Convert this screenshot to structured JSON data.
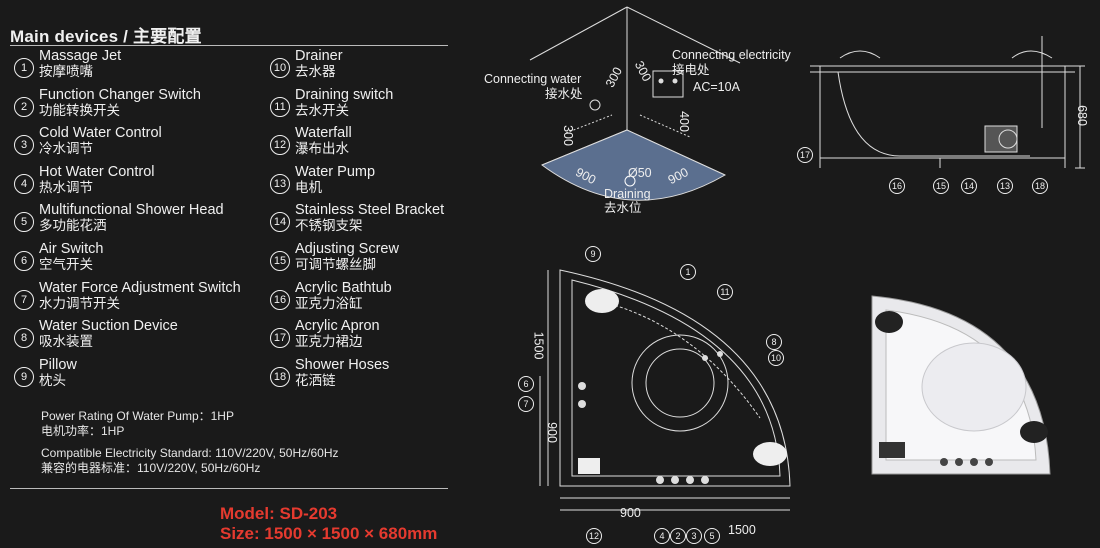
{
  "header": {
    "title": "Main devices / 主要配置"
  },
  "devices": [
    {
      "num": "1",
      "en": "Massage Jet",
      "zh": "按摩喷嘴"
    },
    {
      "num": "2",
      "en": "Function Changer Switch",
      "zh": "功能转换开关"
    },
    {
      "num": "3",
      "en": "Cold Water Control",
      "zh": "冷水调节"
    },
    {
      "num": "4",
      "en": "Hot Water Control",
      "zh": "热水调节"
    },
    {
      "num": "5",
      "en": "Multifunctional Shower Head",
      "zh": "多功能花洒"
    },
    {
      "num": "6",
      "en": "Air Switch",
      "zh": "空气开关"
    },
    {
      "num": "7",
      "en": "Water Force Adjustment Switch",
      "zh": "水力调节开关"
    },
    {
      "num": "8",
      "en": "Water Suction Device",
      "zh": "吸水装置"
    },
    {
      "num": "9",
      "en": "Pillow",
      "zh": "枕头"
    },
    {
      "num": "10",
      "en": "Drainer",
      "zh": "去水器"
    },
    {
      "num": "11",
      "en": "Draining switch",
      "zh": "去水开关"
    },
    {
      "num": "12",
      "en": "Waterfall",
      "zh": "瀑布出水"
    },
    {
      "num": "13",
      "en": "Water Pump",
      "zh": "电机"
    },
    {
      "num": "14",
      "en": "Stainless Steel Bracket",
      "zh": "不锈钢支架"
    },
    {
      "num": "15",
      "en": "Adjusting Screw",
      "zh": "可调节螺丝脚"
    },
    {
      "num": "16",
      "en": "Acrylic Bathtub",
      "zh": "亚克力浴缸"
    },
    {
      "num": "17",
      "en": "Acrylic Apron",
      "zh": "亚克力裙边"
    },
    {
      "num": "18",
      "en": "Shower Hoses",
      "zh": "花洒链"
    }
  ],
  "specs": {
    "power_en": "Power Rating Of Water Pump：1HP",
    "power_zh": "电机功率：1HP",
    "elec_en": "Compatible Electricity Standard:    110V/220V, 50Hz/60Hz",
    "elec_zh": "兼容的电器标准：110V/220V, 50Hz/60Hz"
  },
  "model": {
    "model": "Model: SD-203",
    "size": "Size: 1500 × 1500 × 680mm"
  },
  "install": {
    "water_en": "Connecting water",
    "water_zh": "接水处",
    "elec_en": "Connecting electricity",
    "elec_zh": "接电处",
    "elec_ac": "AC=10A",
    "drain_en": "Draining",
    "drain_zh": "去水位",
    "d300a": "300",
    "d300b": "300",
    "d300c": "300",
    "d400": "400",
    "d900a": "900",
    "d900b": "900",
    "d50": "Ø50"
  },
  "side": {
    "height": "680",
    "callouts": [
      "17",
      "16",
      "15",
      "14",
      "13",
      "18"
    ]
  },
  "top": {
    "w1500": "1500",
    "w900": "900",
    "h1500": "1500",
    "h900": "900",
    "callouts": [
      "9",
      "1",
      "11",
      "8",
      "10",
      "6",
      "7",
      "12",
      "4",
      "2",
      "3",
      "5"
    ]
  },
  "colors": {
    "model_red": "#e53a2f",
    "floor_blue": "#5b6f8f",
    "background": "#1a1a1a"
  }
}
